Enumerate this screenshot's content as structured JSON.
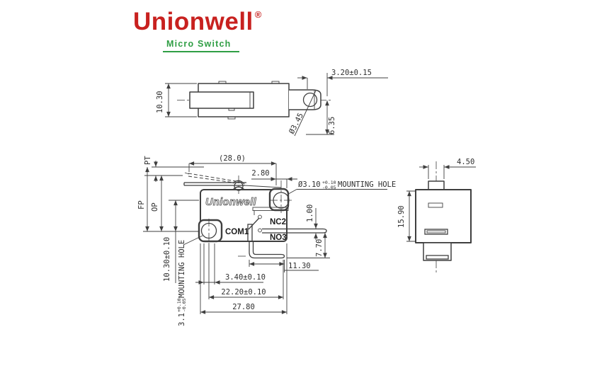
{
  "page": {
    "background": "#ffffff",
    "line_color": "#3f3f3f"
  },
  "logo": {
    "brand": "Unionwell",
    "registered": "®",
    "tagline": "Micro Switch",
    "brand_color": "#c8211f",
    "tagline_color": "#2f9e44"
  },
  "top_view": {
    "height": "10.30",
    "plunger_width": "3.20±0.15",
    "plunger_diameter": "Ø3.45",
    "plunger_offset": "6.35"
  },
  "front_view": {
    "lever_length": "(28.0)",
    "hole_to_edge": "2.80",
    "mounting_hole_dia": "Ø3.10",
    "mounting_hole_tol_plus": "+0.10",
    "mounting_hole_tol_minus": "-0.05",
    "mounting_hole_label": "MOUNTING HOLE",
    "pt": "PT",
    "fp": "FP",
    "op": "OP",
    "body_brand": "Unionwell",
    "terminal_nc": "NC2",
    "terminal_com": "COM1",
    "terminal_no": "NO3",
    "terminal_thickness": "1.00",
    "terminal_height": "7.70",
    "com_terminal_length": "11.30",
    "hole_to_com": "3.40±0.10",
    "hole_span": "22.20±0.10",
    "body_width": "27.80",
    "hole_spacing": "10.30±0.10",
    "bottom_hole_dia": "3.1",
    "bottom_hole_tol_plus": "+0.10",
    "bottom_hole_tol_minus": "-0.05",
    "bottom_hole_label": "MOUNTING HOLE"
  },
  "side_view": {
    "plunger_width": "4.50",
    "body_height": "15.90"
  }
}
